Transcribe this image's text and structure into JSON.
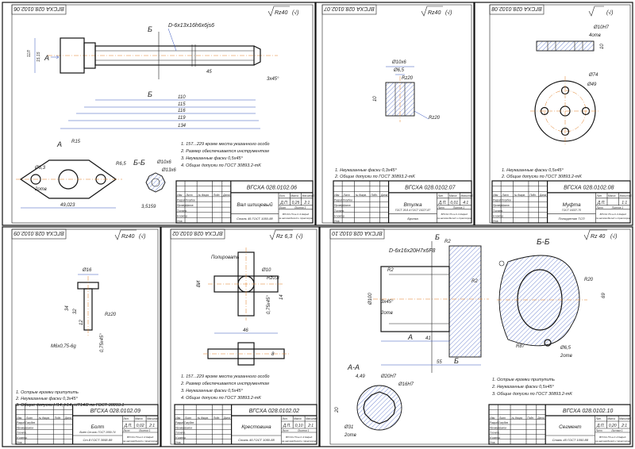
{
  "sheets": [
    {
      "stamp": "ВГСХА 028.0102.06",
      "corner": "ВГСХА 028.0102.06",
      "roughness": "Rz40",
      "name": "Вал шлицевый",
      "material": "Сталь 45 ГОСТ 1050-88",
      "lit": "Д.П.",
      "mass": "0,25",
      "scale": "2:1",
      "spline": "D-6x13x16h6x6js6",
      "section": "Б-Б",
      "cut": "Б",
      "view": "А",
      "dims": {
        "r1": "11Л",
        "r2": "15,15",
        "len45": "45",
        "chamfer": "3x45°",
        "l110": "110",
        "l115": "115",
        "l116": "116",
        "l119": "119",
        "l134": "134",
        "r15": "R15",
        "d63": "Ø6,3",
        "holes": "2отв",
        "r65": "R6,5",
        "d10": "Ø10x6",
        "d13": "Ø13x6",
        "w49": "49,023",
        "w35": "3,5159"
      },
      "notes": [
        "1. 157...229 кроме места указанного особо",
        "2. Размер обеспечивается инструментом",
        "3. Неуказанные фаски 0,5х45°",
        "4. Общие допуски по ГОСТ 30893.2-mK"
      ]
    },
    {
      "stamp": "ВГСХА 028.0102.07",
      "corner": "ВГСХА 028.0102.07",
      "roughness": "Rz40",
      "name": "Втулка",
      "material": "Бронза",
      "material2": "ГОСТ 26.8-4 ГОСТ 10227-87",
      "lit": "Д.П.",
      "mass": "0,01",
      "scale": "4:1",
      "dims": {
        "d10": "Ø10x6",
        "d65": "Ø6,5",
        "rz": "Rz20",
        "rz2": "Rz20",
        "h": "10"
      },
      "notes": [
        "1. Неуказанные фаски 0,3х45°",
        "2. Общие допуски по ГОСТ 30893.2-mK"
      ]
    },
    {
      "stamp": "ВГСХА 028.0102.08",
      "corner": "ВГСХА 028.0102.08",
      "roughness": "√",
      "name": "Муфта",
      "material": "Полиуретан ТСП",
      "material2": "ГОСТ 16337-70",
      "lit": "Д.П.",
      "mass": "",
      "scale": "1:1",
      "dims": {
        "d10": "Ø10H7",
        "holes": "4отв",
        "h": "10",
        "d74": "Ø74",
        "d49": "Ø49"
      },
      "notes": [
        "1. Неуказанные фаски 0,5х45°",
        "2. Общие допуски по ГОСТ 30893.2-mK"
      ]
    },
    {
      "stamp": "ВГСХА 028.0102.09",
      "corner": "ВГСХА 028.0102.09",
      "roughness": "Rz40",
      "name": "Болт",
      "material": "Ст.8 ГОСТ 3058-88",
      "material2": "Болт Ст.ков. ГОСТ 1050-74",
      "lit": "Д.П.",
      "mass": "0,02",
      "scale": "2:1",
      "dims": {
        "d16": "Ø16",
        "l34": "34",
        "l32": "32",
        "l12": "12",
        "rz": "Rz20",
        "thread": "M6x0,75-6g",
        "ch": "0,75x45°"
      },
      "notes": [
        "1. Острые кромки притупить",
        "2. Неуказанные фаски 0,3х45°",
        "3. Общие допуски H14, h14, ±IT14/2 по ГОСТ 30893.1"
      ]
    },
    {
      "stamp": "ВГСХА 028.0102.02",
      "corner": "ВГСХА 028.0102.02",
      "roughness": "Rz 6,3",
      "name": "Крестовина",
      "material": "Сталь 45 ГОСТ 1050-88",
      "lit": "Д.П.",
      "mass": "0,10",
      "scale": "2:1",
      "dims": {
        "pol": "Полировать",
        "d10": "Ø10",
        "rz": "Rz0,8",
        "h": "ВИ",
        "ch": "0,75x45°",
        "d14": "14",
        "l46": "46",
        "l8": "8"
      },
      "notes": [
        "1. 157...229 кроме места указанного особо",
        "2. Размер обеспечивается инструментом",
        "3. Неуказанные фаски 0,5х45°",
        "4. Общие допуски по ГОСТ 30893.2-mK"
      ]
    },
    {
      "stamp": "ВГСХА 028.0102.10",
      "corner": "ВГСХА 028.0102.10",
      "roughness": "Rz 40",
      "name": "Сегмент",
      "material": "Сталь 45 ГОСТ 1050-88",
      "lit": "Д.П.",
      "mass": "0,20",
      "scale": "2:1",
      "spline": "D-6x16x20H7x6F8",
      "section": "Б-Б",
      "section2": "А-А",
      "cut": "Б",
      "view": "А",
      "dims": {
        "r2": "R2",
        "d100": "Ø100",
        "ch": "3x45°",
        "holes": "2отв",
        "l41": "41",
        "l55": "55",
        "r20": "R20",
        "r87": "R87",
        "d65": "Ø6,5",
        "l69": "69",
        "d20": "Ø20H7",
        "d16": "Ø16H7",
        "d31": "Ø31",
        "l20": "20",
        "a": "4,49"
      },
      "notes": [
        "1. Острые кромки притупить",
        "2. Неуказанные фаски 0,5х45°",
        "3. Общие допуски по ГОСТ 30893.2-mK"
      ]
    }
  ],
  "tb": {
    "r1": "Изм",
    "r2": "Лист",
    "r3": "№ докум.",
    "r4": "Подп.",
    "r5": "Дата",
    "dev": "Разраб.",
    "chk": "Провер.",
    "tc": "Т.контр.",
    "nc": "Н.контр.",
    "ap": "Утв.",
    "dev_n": "Голубев",
    "chk_n": "Шахов",
    "lit_h": "Лит.",
    "mass_h": "Масса",
    "scale_h": "Масштаб",
    "sheet": "Лист",
    "sheets": "Листов 1",
    "org": "ВГСХА ПЧ-а-С-3 Кафедра автомобилей и тракторов"
  }
}
